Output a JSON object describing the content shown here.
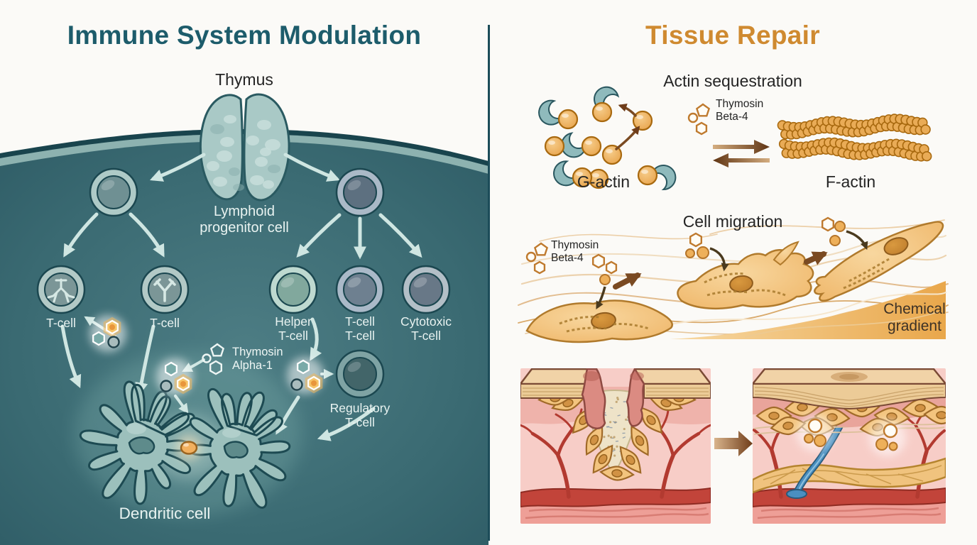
{
  "immune_panel": {
    "title": "Immune System Modulation",
    "thymus_label": "Thymus",
    "progenitor_label": "Lymphoid\nprogenitor cell",
    "cell_labels": [
      "T-cell",
      "T-cell",
      "Helper\nT-cell",
      "T-cell\nT-cell",
      "Cytotoxic\nT-cell",
      "Regulatory\nT-cell"
    ],
    "molecule_label": "Thymosin\nAlpha-1",
    "dendritic_label": "Dendritic cell"
  },
  "tissue_panel": {
    "title": "Tissue Repair",
    "actin_section": {
      "heading": "Actin sequestration",
      "molecule_label": "Thymosin\nBeta-4",
      "g_actin_label": "G-actin",
      "f_actin_label": "F-actin"
    },
    "migration_section": {
      "heading": "Cell migration",
      "molecule_label": "Thymosin\nBeta-4",
      "gradient_label": "Chemical\ngradient"
    }
  },
  "colors": {
    "immune_title": "#1d5c6b",
    "tissue_title": "#cf8a30",
    "dome_teal": "#3a6a72",
    "label_light": "#e9f3f1",
    "actin_orange": "#e9a955",
    "arrow_brown": "#6f3d1a",
    "dermis_pink": "#f7cdc7",
    "vessel_red": "#b23a30",
    "new_vessel_blue": "#4a8fc0"
  }
}
